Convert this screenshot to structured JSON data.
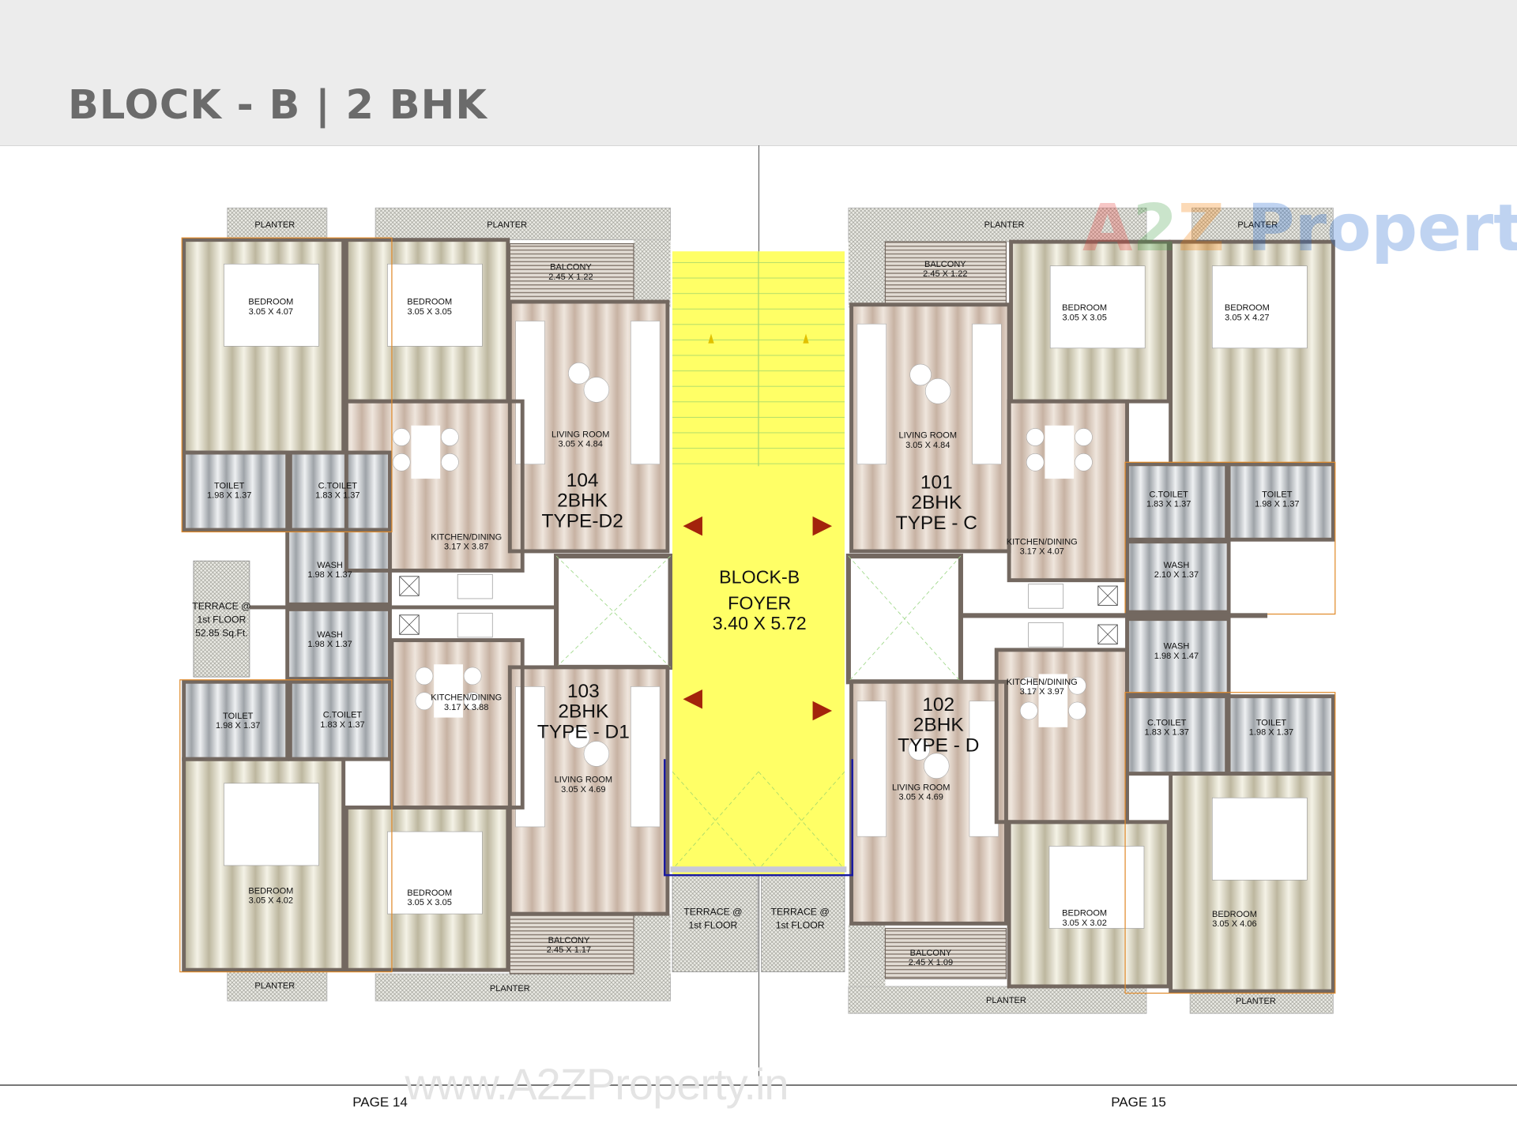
{
  "header": {
    "title": "BLOCK - B | 2 BHK"
  },
  "logo_watermark": {
    "a": "A",
    "two": "2",
    "z": "Z",
    "word": " Property"
  },
  "footer": {
    "page_left": "PAGE 14",
    "page_right": "PAGE 15",
    "watermark_url": "www.A2ZProperty.in"
  },
  "foyer": {
    "block": "BLOCK-B",
    "label": "FOYER",
    "dims": "3.40 X 5.72"
  },
  "terraces": [
    {
      "line1": "TERRACE @",
      "line2": "1st FLOOR",
      "line3": "52.85 Sq.Ft."
    },
    {
      "line1": "TERRACE @",
      "line2": "1st FLOOR"
    },
    {
      "line1": "TERRACE @",
      "line2": "1st FLOOR"
    }
  ],
  "planters": [
    "PLANTER",
    "PLANTER",
    "PLANTER",
    "PLANTER",
    "PLANTER",
    "PLANTER",
    "PLANTER",
    "PLANTER"
  ],
  "colors": {
    "foyer": "#ffff66",
    "wall": "#736860",
    "wall_edge": "#e08a2a",
    "arrow": "#a3240c",
    "lift_border": "#1a1aa0"
  },
  "units": [
    {
      "number": "104",
      "bhk": "2BHK",
      "type": "TYPE-D2",
      "rooms": [
        {
          "name": "BEDROOM",
          "dims": "3.05 X 4.07"
        },
        {
          "name": "BEDROOM",
          "dims": "3.05 X 3.05"
        },
        {
          "name": "BALCONY",
          "dims": "2.45 X 1.22"
        },
        {
          "name": "LIVING ROOM",
          "dims": "3.05 X 4.84"
        },
        {
          "name": "KITCHEN/DINING",
          "dims": "3.17 X 3.87"
        },
        {
          "name": "TOILET",
          "dims": "1.98 X 1.37"
        },
        {
          "name": "C.TOILET",
          "dims": "1.83 X 1.37"
        },
        {
          "name": "WASH",
          "dims": "1.98 X 1.37"
        }
      ]
    },
    {
      "number": "103",
      "bhk": "2BHK",
      "type": "TYPE - D1",
      "rooms": [
        {
          "name": "WASH",
          "dims": "1.98 X 1.37"
        },
        {
          "name": "KITCHEN/DINING",
          "dims": "3.17 X 3.88"
        },
        {
          "name": "TOILET",
          "dims": "1.98 X 1.37"
        },
        {
          "name": "C.TOILET",
          "dims": "1.83 X 1.37"
        },
        {
          "name": "BEDROOM",
          "dims": "3.05 X 4.02"
        },
        {
          "name": "BEDROOM",
          "dims": "3.05 X 3.05"
        },
        {
          "name": "LIVING ROOM",
          "dims": "3.05 X 4.69"
        },
        {
          "name": "BALCONY",
          "dims": "2.45 X 1.17"
        }
      ]
    },
    {
      "number": "101",
      "bhk": "2BHK",
      "type": "TYPE - C",
      "rooms": [
        {
          "name": "BALCONY",
          "dims": "2.45 X 1.22"
        },
        {
          "name": "LIVING ROOM",
          "dims": "3.05 X 4.84"
        },
        {
          "name": "BEDROOM",
          "dims": "3.05 X 3.05"
        },
        {
          "name": "BEDROOM",
          "dims": "3.05 X 4.27"
        },
        {
          "name": "KITCHEN/DINING",
          "dims": "3.17 X 4.07"
        },
        {
          "name": "C.TOILET",
          "dims": "1.83 X 1.37"
        },
        {
          "name": "TOILET",
          "dims": "1.98 X 1.37"
        },
        {
          "name": "WASH",
          "dims": "2.10 X 1.37"
        }
      ]
    },
    {
      "number": "102",
      "bhk": "2BHK",
      "type": "TYPE - D",
      "rooms": [
        {
          "name": "WASH",
          "dims": "1.98 X 1.47"
        },
        {
          "name": "KITCHEN/DINING",
          "dims": "3.17 X 3.97"
        },
        {
          "name": "C.TOILET",
          "dims": "1.83 X 1.37"
        },
        {
          "name": "TOILET",
          "dims": "1.98 X 1.37"
        },
        {
          "name": "LIVING ROOM",
          "dims": "3.05 X 4.69"
        },
        {
          "name": "BEDROOM",
          "dims": "3.05 X 3.02"
        },
        {
          "name": "BEDROOM",
          "dims": "3.05 X 4.06"
        },
        {
          "name": "BALCONY",
          "dims": "2.45 X 1.09"
        }
      ]
    }
  ]
}
